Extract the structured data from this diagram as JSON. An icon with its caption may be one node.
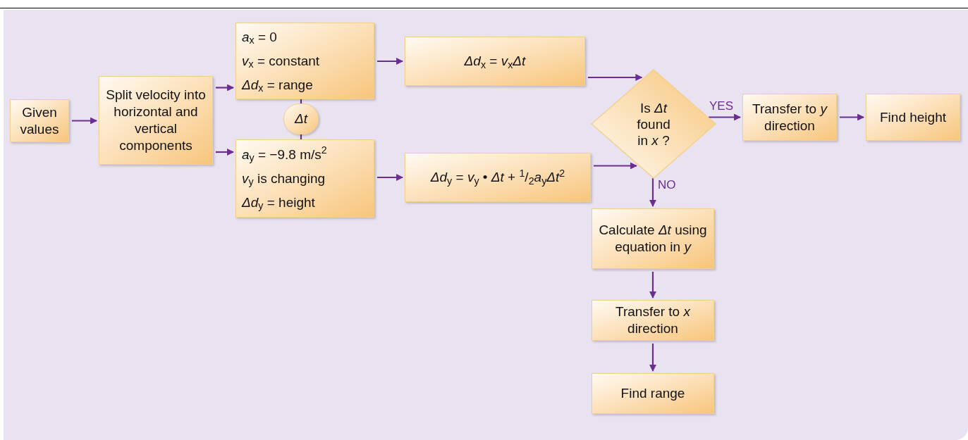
{
  "diagram": {
    "nodes": [
      {
        "text": [
          "Given values"
        ]
      },
      {
        "text": [
          "Split velocity into horizontal and vertical components"
        ]
      },
      {
        "text": [
          "*a*$_{x}$ = 0",
          "*v*$_{x}$ = constant",
          "*Δd*$_{x}$ = range"
        ]
      },
      {
        "text": [
          "*Δt*"
        ]
      },
      {
        "text": [
          "*a*$_{y}$ = −9.8 m/s$^{2}$",
          "*v*$_{y}$ is changing",
          "*Δd*$_{y}$ = height"
        ]
      },
      {
        "text": [
          "*Δd*$_{x}$ = *v*$_{x}$*Δt*"
        ]
      },
      {
        "text": [
          "*Δd*$_{y}$ = *v*$_{y}$ • *Δt* + $^{1}$/$_{2}$*a*$_{y}$*Δt*$^{2}$"
        ]
      },
      {
        "text": [
          "Is *Δt* found in *x* ?"
        ]
      },
      {
        "text": [
          "Transfer to *y* direction"
        ]
      },
      {
        "text": [
          "Find height"
        ]
      },
      {
        "text": [
          "Calculate *Δt* using equation in *y*"
        ]
      },
      {
        "text": [
          "Transfer to *x* direction"
        ]
      },
      {
        "text": [
          "Find range"
        ]
      }
    ],
    "edges": [
      {
        "from": 0,
        "to": 1,
        "arrow": "to"
      },
      {
        "from": 1,
        "to": 2,
        "arrow": "to"
      },
      {
        "from": 1,
        "to": 4,
        "arrow": "to"
      },
      {
        "from": 2,
        "to": 3,
        "arrow": "none"
      },
      {
        "from": 3,
        "to": 4,
        "arrow": "none"
      },
      {
        "from": 2,
        "to": 5,
        "arrow": "to"
      },
      {
        "from": 4,
        "to": 6,
        "arrow": "to"
      },
      {
        "from": 5,
        "to": 7,
        "arrow": "to"
      },
      {
        "from": 6,
        "to": 7,
        "arrow": "to"
      },
      {
        "from": 7,
        "to": 8,
        "arrow": "to",
        "label": "YES"
      },
      {
        "from": 8,
        "to": 9,
        "arrow": "to"
      },
      {
        "from": 7,
        "to": 10,
        "arrow": "to",
        "label": "NO"
      },
      {
        "from": 10,
        "to": 11,
        "arrow": "to"
      },
      {
        "from": 11,
        "to": 12,
        "arrow": "to"
      }
    ]
  }
}
